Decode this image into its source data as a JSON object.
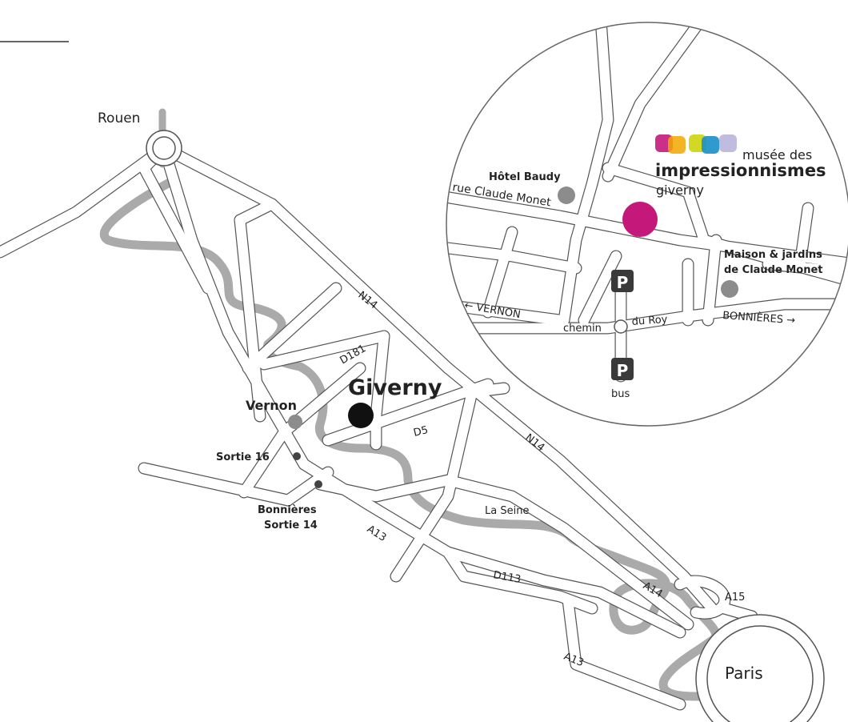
{
  "colors": {
    "road_outline": "#555555",
    "road_fill": "#ffffff",
    "river": "#aaaaaa",
    "museum_dot": "#c4197a",
    "poi_dot": "#8c8c8c",
    "town_dot": "#111111",
    "parking_bg": "#3a3a3a",
    "logo_squares": [
      "#c4197a",
      "#f1a800",
      "#c9d200",
      "#1a8fc9",
      "#b8b5d9"
    ]
  },
  "map": {
    "cities": {
      "rouen": "Rouen",
      "paris": "Paris",
      "giverny": "Giverny",
      "vernon": "Vernon"
    },
    "exits": {
      "sortie16": "Sortie 16",
      "bonnieres_line1": "Bonnières",
      "bonnieres_line2": "Sortie 14"
    },
    "roads": {
      "n14_north": "N14",
      "n14_south": "N14",
      "d181": "D181",
      "d5": "D5",
      "a13_west": "A13",
      "a13_south": "A13",
      "d113": "D113",
      "a14": "A14",
      "a15": "A15"
    },
    "river": "La Seine"
  },
  "inset": {
    "logo": {
      "line1": "musée des",
      "line2": "impressionnismes",
      "line3": "giverny"
    },
    "hotel": "Hôtel Baudy",
    "street": "rue Claude Monet",
    "maison_line1": "Maison & jardins",
    "maison_line2": "de Claude Monet",
    "vernon_dir": "← VERNON",
    "bonnieres_dir": "BONNIÈRES →",
    "chemin": "chemin",
    "du_roy": "du Roy",
    "parking_symbol": "P",
    "bus": "bus"
  }
}
